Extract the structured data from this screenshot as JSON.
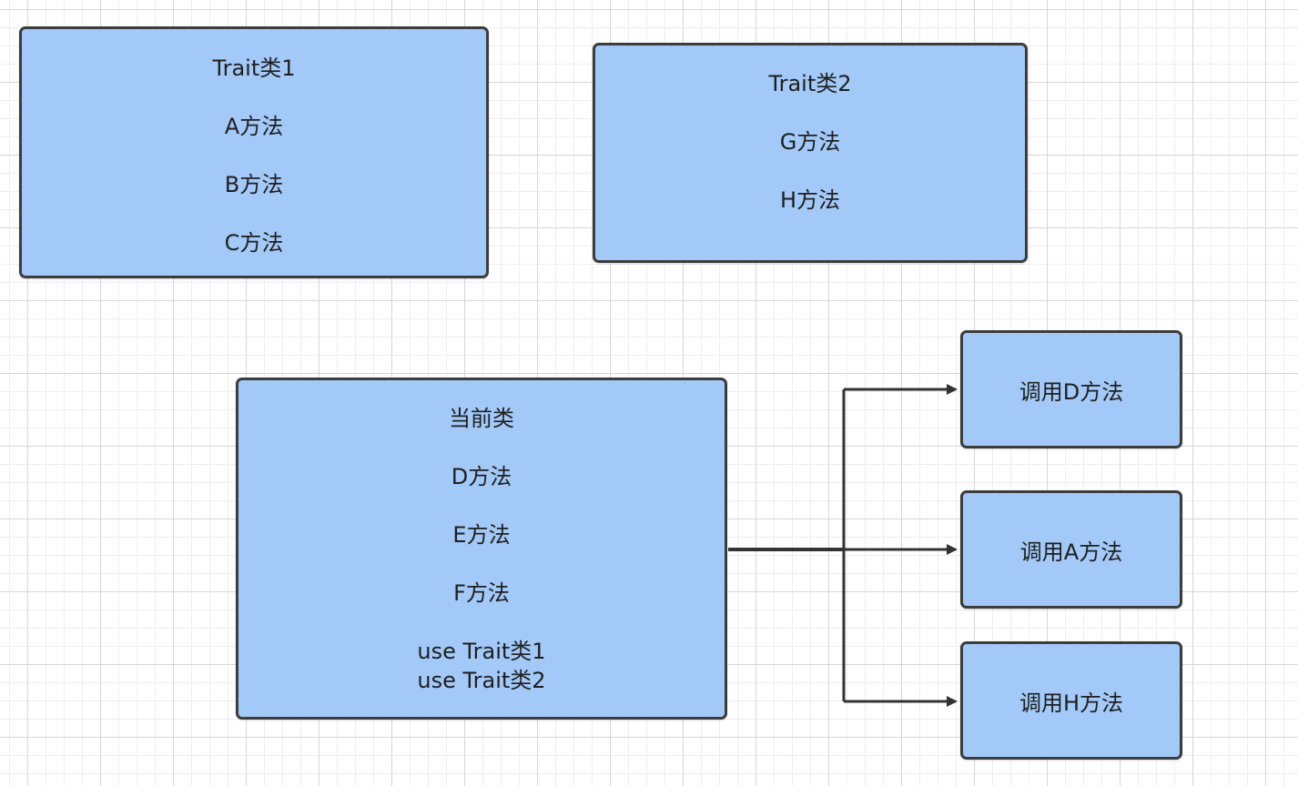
{
  "diagram": {
    "trait1": {
      "title": "Trait类1",
      "methods": [
        "A方法",
        "B方法",
        "C方法"
      ]
    },
    "trait2": {
      "title": "Trait类2",
      "methods": [
        "G方法",
        "H方法"
      ]
    },
    "current_class": {
      "title": "当前类",
      "methods": [
        "D方法",
        "E方法",
        "F方法"
      ],
      "uses": [
        "use Trait类1",
        "use Trait类2"
      ]
    },
    "calls": [
      {
        "label": "调用D方法"
      },
      {
        "label": "调用A方法"
      },
      {
        "label": "调用H方法"
      }
    ]
  },
  "colors": {
    "node_fill": "#a2c9f7",
    "node_border": "#3c3c3c",
    "connector": "#333333"
  }
}
